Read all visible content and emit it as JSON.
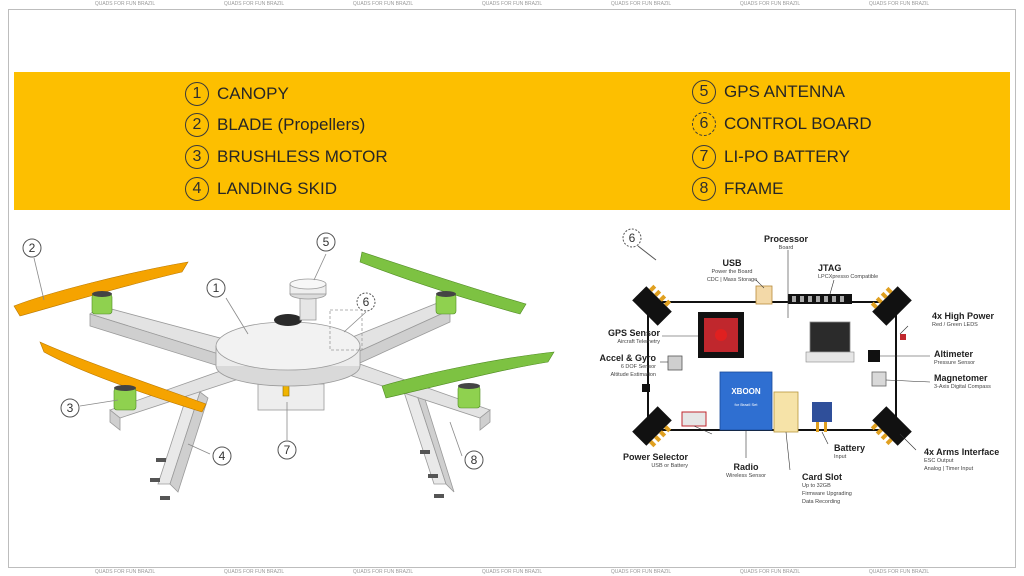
{
  "watermark": "QUADS FOR FUN BRAZIL",
  "legend": [
    {
      "num": "1",
      "label": "CANOPY"
    },
    {
      "num": "2",
      "label": "BLADE (Propellers)"
    },
    {
      "num": "3",
      "label": "BRUSHLESS MOTOR"
    },
    {
      "num": "4",
      "label": "LANDING SKID"
    },
    {
      "num": "5",
      "label": "GPS ANTENNA"
    },
    {
      "num": "6",
      "label": "CONTROL BOARD"
    },
    {
      "num": "7",
      "label": "LI-PO BATTERY"
    },
    {
      "num": "8",
      "label": "FRAME"
    }
  ],
  "drone_markers": [
    "1",
    "2",
    "3",
    "4",
    "5",
    "6",
    "7",
    "8"
  ],
  "board": {
    "marker": "6",
    "chip_label": "XBOON",
    "chip_sub": "for Brazil Set",
    "callouts": {
      "processor": {
        "title": "Processor",
        "sub": "Board"
      },
      "usb": {
        "title": "USB",
        "sub": "Power the Board",
        "sub2": "CDC | Mass Storage"
      },
      "jtag": {
        "title": "JTAG",
        "sub": "LPCXpresso Compatible"
      },
      "high_power": {
        "title": "4x High Power",
        "sub": "Red / Green LEDS"
      },
      "gps": {
        "title": "GPS Sensor",
        "sub": "Aircraft Telemetry"
      },
      "accel": {
        "title": "Accel & Gyro",
        "sub": "6 DOF Sensor",
        "sub2": "Altitude Estimation"
      },
      "altimeter": {
        "title": "Altimeter",
        "sub": "Pressure Sensor"
      },
      "magnetometer": {
        "title": "Magnetomer",
        "sub": "3-Axis Digital Compass"
      },
      "power_selector": {
        "title": "Power Selector",
        "sub": "USB or Battery"
      },
      "radio": {
        "title": "Radio",
        "sub": "Wireless Sensor"
      },
      "card_slot": {
        "title": "Card Slot",
        "sub": "Up to 32GB",
        "sub2": "Firmware Upgrading",
        "sub3": "Data Recording"
      },
      "battery": {
        "title": "Battery",
        "sub": "Input"
      },
      "arms": {
        "title": "4x Arms Interface",
        "sub": "ESC Output",
        "sub2": "Analog | Timer Input"
      }
    }
  },
  "colors": {
    "legend_bg": "#fdbf00",
    "orange_blade": "#f5a300",
    "green_blade": "#7dc242",
    "motor_green": "#8fd14f",
    "frame_gray": "#e3e3e3"
  }
}
